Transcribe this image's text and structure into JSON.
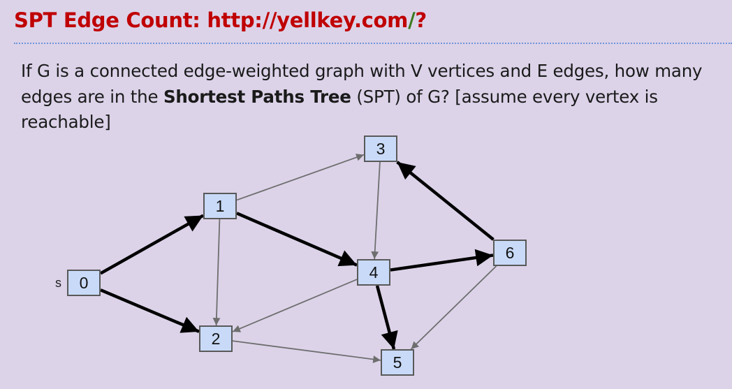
{
  "header": {
    "title_prefix": "SPT Edge Count: http://yellkey.com",
    "title_sep": "/",
    "title_suffix": "?"
  },
  "question": {
    "part1": "If G is a connected edge-weighted graph with V vertices and E edges, how many edges are in the ",
    "bold": "Shortest Paths Tree",
    "part2": " (SPT) of G? [assume every vertex is reachable]"
  },
  "graph": {
    "source_label": "s",
    "nodes": [
      {
        "id": "0",
        "label": "0"
      },
      {
        "id": "1",
        "label": "1"
      },
      {
        "id": "2",
        "label": "2"
      },
      {
        "id": "3",
        "label": "3"
      },
      {
        "id": "4",
        "label": "4"
      },
      {
        "id": "5",
        "label": "5"
      },
      {
        "id": "6",
        "label": "6"
      }
    ],
    "edges": [
      {
        "from": "0",
        "to": "1",
        "tree": true
      },
      {
        "from": "0",
        "to": "2",
        "tree": true
      },
      {
        "from": "1",
        "to": "4",
        "tree": true
      },
      {
        "from": "4",
        "to": "6",
        "tree": true
      },
      {
        "from": "4",
        "to": "5",
        "tree": true
      },
      {
        "from": "6",
        "to": "3",
        "tree": true
      },
      {
        "from": "1",
        "to": "3",
        "tree": false
      },
      {
        "from": "1",
        "to": "2",
        "tree": false
      },
      {
        "from": "3",
        "to": "4",
        "tree": false
      },
      {
        "from": "4",
        "to": "2",
        "tree": false
      },
      {
        "from": "2",
        "to": "5",
        "tree": false
      },
      {
        "from": "6",
        "to": "5",
        "tree": false
      }
    ],
    "colors": {
      "node_fill": "#c9daf8",
      "node_border": "#595959",
      "tree_edge": "#000000",
      "other_edge": "#6e6e6e"
    }
  }
}
